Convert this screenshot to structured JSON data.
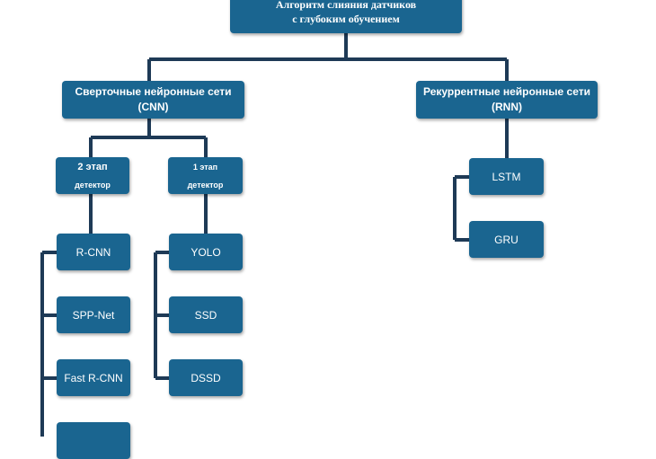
{
  "root": {
    "line1": "Алгоритм слияния датчиков",
    "line2": "с глубоким обучением"
  },
  "cnn": {
    "line1": "Сверточные нейронные сети",
    "line2": "(CNN)"
  },
  "rnn": {
    "line1": "Рекуррентные нейронные сети",
    "line2": "(RNN)"
  },
  "two_stage": {
    "line1": "2 этап",
    "line2": "детектор"
  },
  "one_stage": {
    "line1": "1 этап",
    "line2": "детектор"
  },
  "two_stage_models": [
    "R-CNN",
    "SPP-Net",
    "Fast R-CNN",
    ""
  ],
  "one_stage_models": [
    "YOLO",
    "SSD",
    "DSSD"
  ],
  "rnn_models": [
    "LSTM",
    "GRU"
  ],
  "colors": {
    "box": "#1a6590",
    "line": "#1e3a56",
    "text": "#ffffff"
  }
}
